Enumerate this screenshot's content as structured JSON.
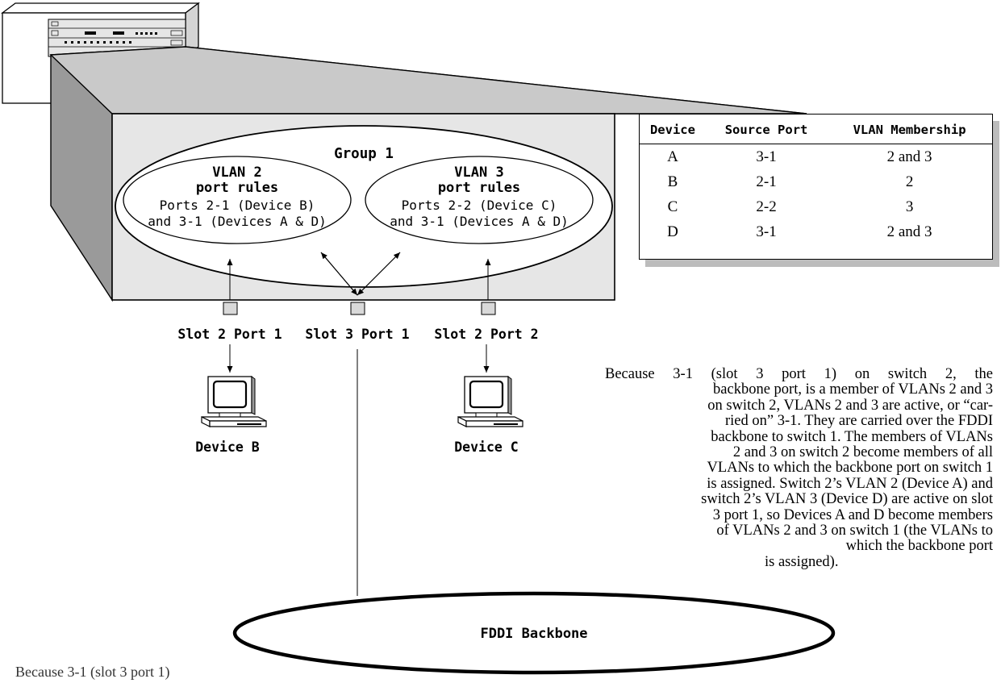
{
  "diagram": {
    "group_title": "Group 1",
    "vlan2": {
      "title": "VLAN 2",
      "subtitle": "port rules",
      "line1": "Ports 2-1 (Device B)",
      "line2": "and 3-1 (Devices A & D)"
    },
    "vlan3": {
      "title": "VLAN 3",
      "subtitle": "port rules",
      "line1": "Ports 2-2 (Device C)",
      "line2": "and 3-1 (Devices A & D)"
    },
    "ports": [
      "Slot 2 Port 1",
      "Slot 3 Port 1",
      "Slot 2 Port 2"
    ],
    "devices": [
      "Device B",
      "Device C"
    ],
    "backbone_label": "FDDI Backbone"
  },
  "table": {
    "headers": [
      "Device",
      "Source Port",
      "VLAN Membership"
    ],
    "rows": [
      [
        "A",
        "3-1",
        "2 and 3"
      ],
      [
        "B",
        "2-1",
        "2"
      ],
      [
        "C",
        "2-2",
        "3"
      ],
      [
        "D",
        "3-1",
        "2 and 3"
      ]
    ]
  },
  "explanation": [
    "Because 3-1 (slot 3 port 1) on switch 2, the",
    "backbone port, is a member of VLANs 2 and 3",
    "on switch 2, VLANs 2 and 3 are active, or “car-",
    "ried on” 3-1. They are carried over the FDDI",
    "backbone to switch 1. The members of VLANs",
    "2 and 3 on switch 2 become members of all",
    "VLANs to which the backbone port on switch 1",
    "is assigned. Switch 2’s VLAN 2 (Device A) and",
    "switch 2’s VLAN 3 (Device D) are active on slot",
    "3 port 1, so Devices A and D become members",
    "of VLANs 2 and 3 on switch 1 (the VLANs to",
    "which the backbone port",
    "is assigned)."
  ],
  "caption": "Because 3-1 (slot 3 port 1)",
  "colors": {
    "panel_fill": "#e6e6e6",
    "side_fill": "#9a9a9a",
    "shadow": "#bcbcbc",
    "line": "#000000"
  }
}
